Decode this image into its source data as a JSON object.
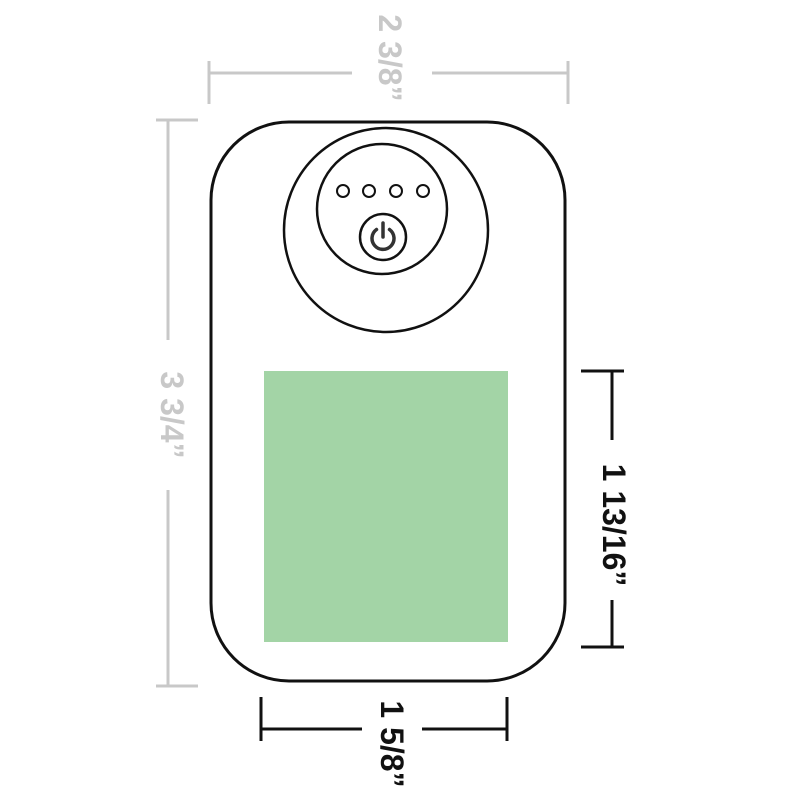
{
  "dimensions": {
    "device_width": {
      "label": "2 3/8”",
      "color": "#c8c8c8"
    },
    "device_height": {
      "label": "3 3/4”",
      "color": "#c8c8c8"
    },
    "print_area_height": {
      "label": "1 13/16”",
      "color": "#111111"
    },
    "print_area_width": {
      "label": "1 5/8”",
      "color": "#111111"
    }
  },
  "device": {
    "outline_color": "#111111",
    "print_area_color": "#a3d4a6",
    "indicator_lights": 4,
    "power_icon": "power-icon"
  }
}
